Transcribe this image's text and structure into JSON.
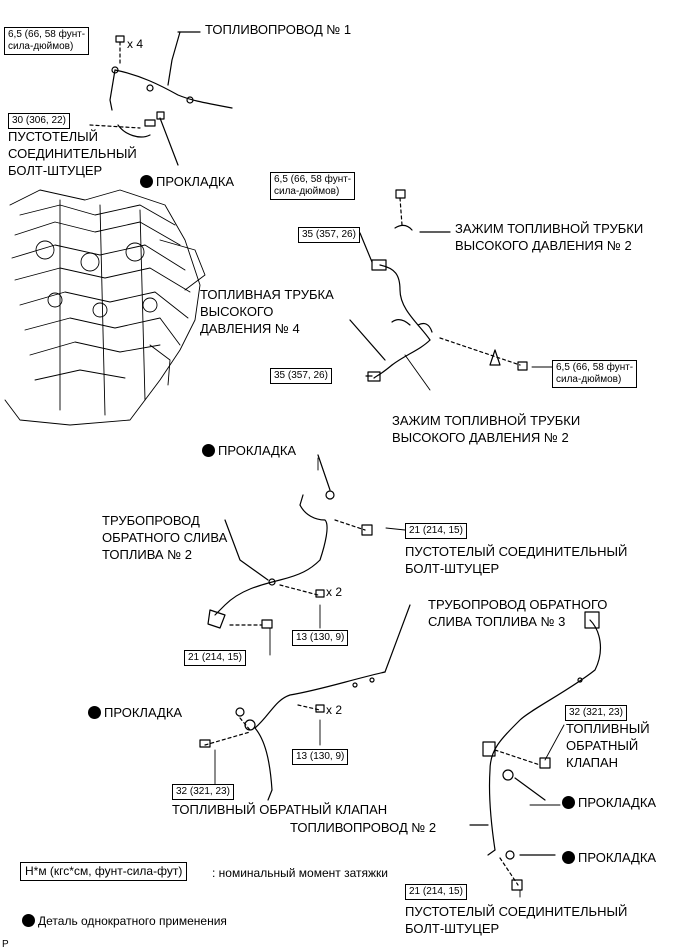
{
  "labels": {
    "fuel_pipe_1": "ТОПЛИВОПРОВОД № 1",
    "hollow_bolt_1": "ПУСТОТЕЛЫЙ\nСОЕДИНИТЕЛЬНЫЙ\nБОЛТ-ШТУЦЕР",
    "gasket_1": "ПРОКЛАДКА",
    "clamp_2_top": "ЗАЖИМ ТОПЛИВНОЙ ТРУБКИ\nВЫСОКОГО ДАВЛЕНИЯ № 2",
    "hp_tube_4": "ТОПЛИВНАЯ ТРУБКА\nВЫСОКОГО\nДАВЛЕНИЯ № 4",
    "clamp_2_bottom": "ЗАЖИМ ТОПЛИВНОЙ ТРУБКИ\nВЫСОКОГО ДАВЛЕНИЯ № 2",
    "gasket_2": "ПРОКЛАДКА",
    "return_pipe_2": "ТРУБОПРОВОД\nОБРАТНОГО СЛИВА\nТОПЛИВА № 2",
    "hollow_bolt_2": "ПУСТОТЕЛЫЙ СОЕДИНИТЕЛЬНЫЙ\nБОЛТ-ШТУЦЕР",
    "return_pipe_3": "ТРУБОПРОВОД ОБРАТНОГО\nСЛИВА ТОПЛИВА № 3",
    "gasket_3": "ПРОКЛАДКА",
    "return_valve_right": "ТОПЛИВНЫЙ\nОБРАТНЫЙ\nКЛАПАН",
    "gasket_4": "ПРОКЛАДКА",
    "return_valve_bottom": "ТОПЛИВНЫЙ ОБРАТНЫЙ КЛАПАН",
    "fuel_pipe_2": "ТОПЛИВОПРОВОД № 2",
    "gasket_5": "ПРОКЛАДКА",
    "hollow_bolt_3": "ПУСТОТЕЛЫЙ СОЕДИНИТЕЛЬНЫЙ\nБОЛТ-ШТУЦЕР",
    "x4": "x 4",
    "x2_a": "x 2",
    "x2_b": "x 2",
    "corner": "P"
  },
  "torques": {
    "t_top_left": "6,5 (66, 58 фунт-\nсила-дюймов)",
    "t_30": "30 (306, 22)",
    "t_65_mid": "6,5 (66, 58 фунт-\nсила-дюймов)",
    "t_35_top": "35 (357, 26)",
    "t_35_bottom": "35 (357, 26)",
    "t_65_right": "6,5 (66, 58 фунт-\nсила-дюймов)",
    "t_21_a": "21 (214, 15)",
    "t_13_a": "13 (130, 9)",
    "t_21_b": "21 (214, 15)",
    "t_32_right": "32 (321, 23)",
    "t_13_b": "13 (130, 9)",
    "t_32_bottom": "32 (321, 23)",
    "t_21_c": "21 (214, 15)"
  },
  "legend": {
    "torque_unit": "Н*м (кгс*см, фунт-сила-фут)",
    "torque_desc": ": номинальный момент затяжки",
    "single_use": "Деталь однократного применения"
  }
}
